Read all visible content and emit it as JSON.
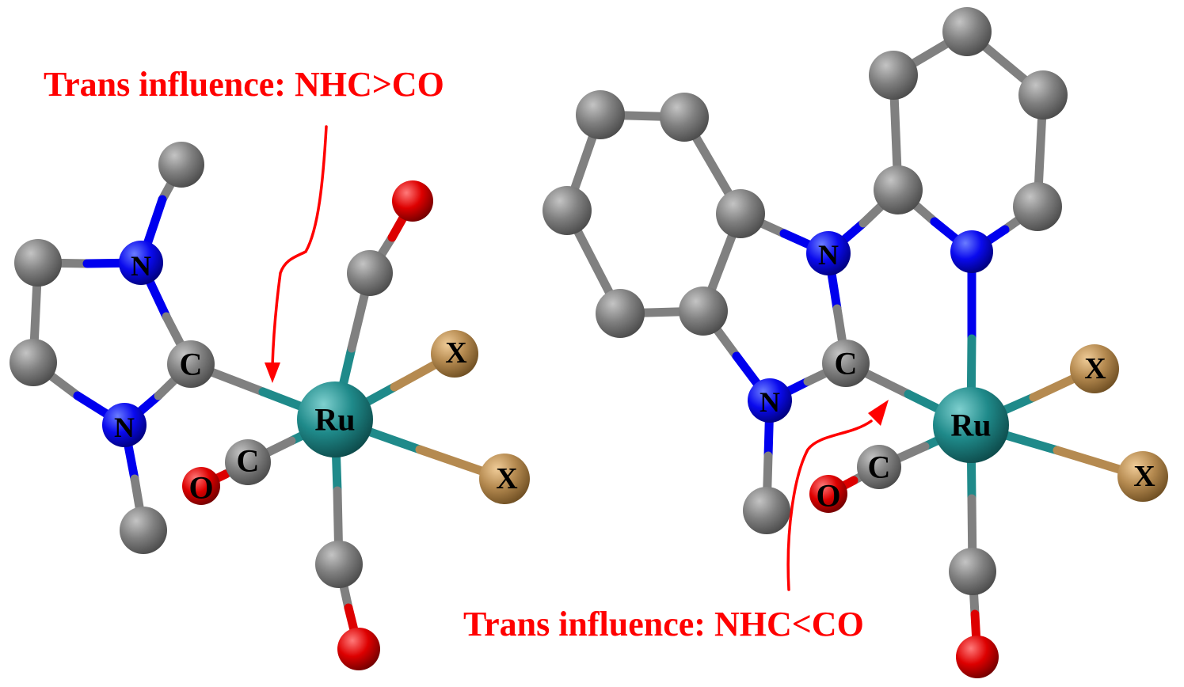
{
  "annotations": {
    "left": "Trans influence: NHC>CO",
    "right": "Trans influence: NHC<CO"
  },
  "atom_labels": {
    "metal": "Ru",
    "carbon": "C",
    "nitrogen": "N",
    "oxygen": "O",
    "halide": "X"
  },
  "colors": {
    "annotation": "#ff0000",
    "carbon": "#808080",
    "nitrogen": "#0000ee",
    "oxygen": "#dd0000",
    "ruthenium": "#1f8a8a",
    "halide": "#b58a50"
  }
}
